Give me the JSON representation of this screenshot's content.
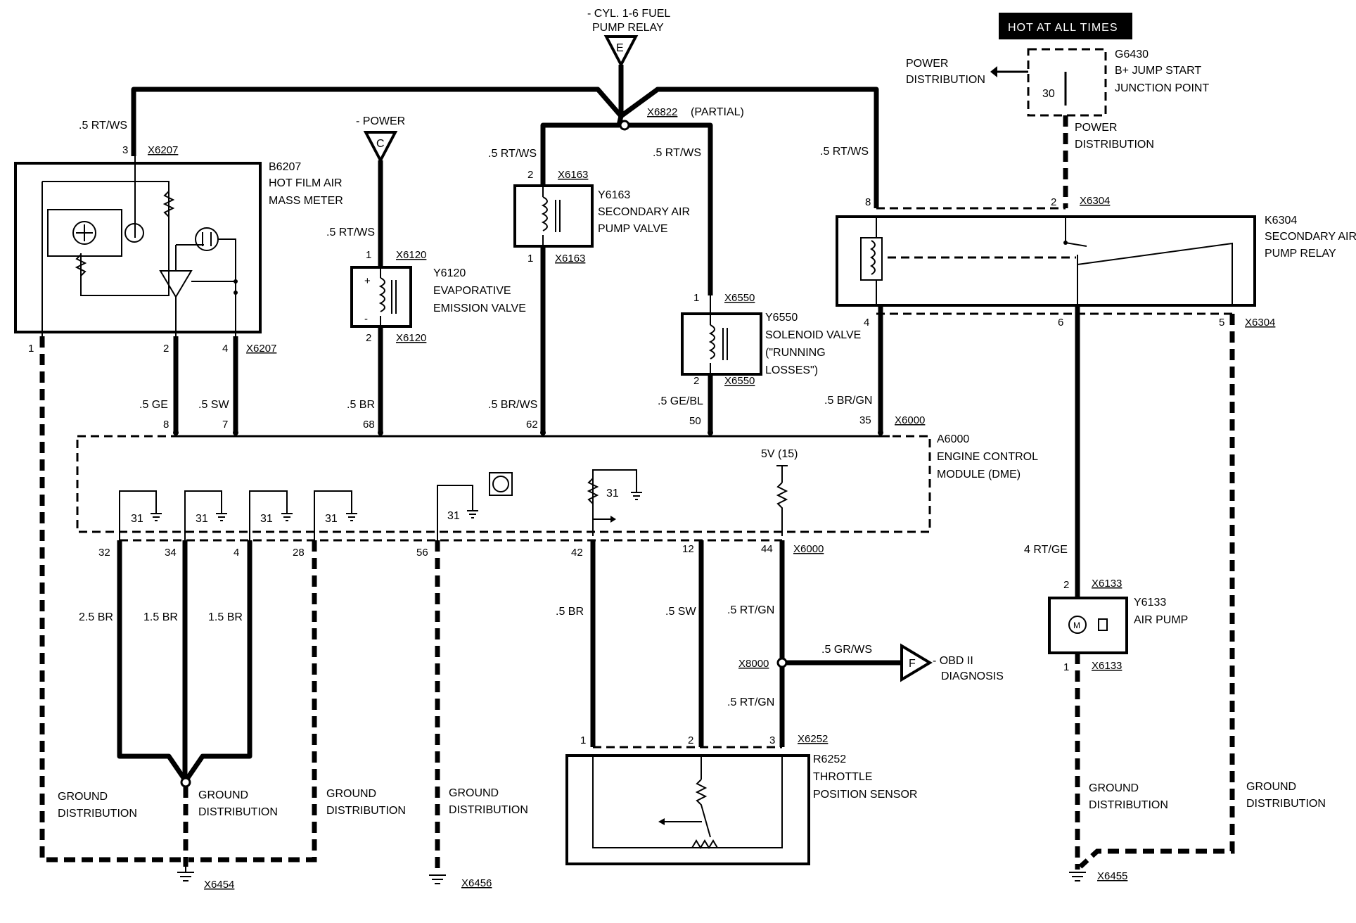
{
  "hot_label": "HOT AT ALL TIMES",
  "relay_ref": "- CYL. 1-6 FUEL",
  "relay_ref2": "PUMP RELAY",
  "relay_letter": "E",
  "power_ref": "- POWER",
  "power_letter": "C",
  "obd_ref": "- OBD II",
  "obd_ref2": "DIAGNOSIS",
  "obd_letter": "F",
  "power_dist_left": [
    "POWER",
    "DISTRIBUTION"
  ],
  "power_dist_right": [
    "POWER",
    "DISTRIBUTION"
  ],
  "splice_x6822": "X6822",
  "splice_partial": "(PARTIAL)",
  "g6430": [
    "G6430",
    "B+ JUMP START",
    "JUNCTION POINT"
  ],
  "g6430_pin": "30",
  "components": {
    "b6207": [
      "B6207",
      "HOT FILM AIR",
      "MASS METER"
    ],
    "y6120": [
      "Y6120",
      "EVAPORATIVE",
      "EMISSION VALVE"
    ],
    "y6163": [
      "Y6163",
      "SECONDARY AIR",
      "PUMP VALVE"
    ],
    "y6550": [
      "Y6550",
      "SOLENOID VALVE",
      "(\"RUNNING",
      "LOSSES\")"
    ],
    "k6304": [
      "K6304",
      "SECONDARY AIR",
      "PUMP RELAY"
    ],
    "a6000": [
      "A6000",
      "ENGINE CONTROL",
      "MODULE (DME)"
    ],
    "y6133": [
      "Y6133",
      "AIR PUMP"
    ],
    "r6252": [
      "R6252",
      "THROTTLE",
      "POSITION SENSOR"
    ]
  },
  "connectors": {
    "x6207": "X6207",
    "x6120": "X6120",
    "x6163": "X6163",
    "x6550": "X6550",
    "x6304": "X6304",
    "x6000": "X6000",
    "x6133": "X6133",
    "x8000": "X8000",
    "x6252": "X6252",
    "x6454": "X6454",
    "x6456": "X6456",
    "x6455": "X6455"
  },
  "wires": {
    "rt_ws_1": ".5 RT/WS",
    "rt_ws_2": ".5 RT/WS",
    "rt_ws_3": ".5 RT/WS",
    "rt_ws_4": ".5 RT/WS",
    "rt_ws_5": ".5 RT/WS",
    "ge": ".5 GE",
    "sw": ".5 SW",
    "br": ".5 BR",
    "br_ws": ".5 BR/WS",
    "ge_bl": ".5 GE/BL",
    "br_gn": ".5 BR/GN",
    "rt_ge": "4 RT/GE",
    "br25": "2.5 BR",
    "br15a": "1.5 BR",
    "br15b": "1.5 BR",
    "br5": ".5 BR",
    "sw5": ".5 SW",
    "rt_gn1": ".5 RT/GN",
    "gr_ws": ".5 GR/WS",
    "rt_gn2": ".5 RT/GN"
  },
  "pins": {
    "b6207_3": "3",
    "b6207_1": "1",
    "b6207_2": "2",
    "b6207_4": "4",
    "a_8": "8",
    "a_7": "7",
    "a_68": "68",
    "a_62": "62",
    "a_50": "50",
    "a_35": "35",
    "a_32": "32",
    "a_34": "34",
    "a_4": "4",
    "a_28": "28",
    "a_56": "56",
    "a_42": "42",
    "a_12": "12",
    "a_44": "44",
    "y6120_1": "1",
    "y6120_2": "2",
    "y6163_2": "2",
    "y6163_1": "1",
    "y6550_1": "1",
    "y6550_2": "2",
    "k_8": "8",
    "k_2": "2",
    "k_4": "4",
    "k_6": "6",
    "k_5": "5",
    "y6133_2": "2",
    "y6133_1": "1",
    "r_1": "1",
    "r_2": "2",
    "r_3": "3"
  },
  "dme_internal": {
    "g31": [
      "31",
      "31",
      "31",
      "31",
      "31",
      "31"
    ],
    "v5": "5V (15)"
  },
  "ground_dist": [
    "GROUND",
    "DISTRIBUTION"
  ],
  "ground_dist_count": 6
}
